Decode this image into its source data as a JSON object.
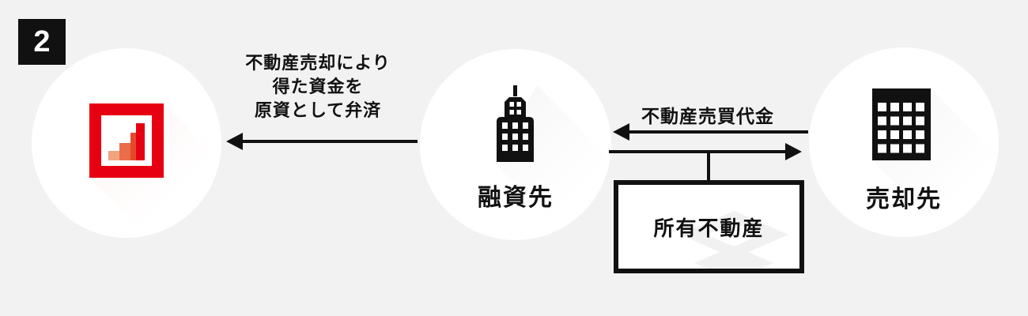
{
  "badge": {
    "number": "2"
  },
  "nodes": {
    "lender": {
      "icon": "bar-chart-logo-icon"
    },
    "borrower": {
      "label": "融資先",
      "icon": "office-tower-icon"
    },
    "buyer": {
      "label": "売却先",
      "icon": "office-building-icon"
    }
  },
  "flows": {
    "repayment": {
      "lines": [
        "不動産売却により",
        "得た資金を",
        "原資として弁済"
      ],
      "from": "borrower",
      "to": "lender",
      "direction": "left"
    },
    "payment": {
      "label": "不動産売買代金",
      "from": "buyer",
      "to": "borrower",
      "direction": "left"
    },
    "property_transfer": {
      "from": "borrower",
      "to": "buyer",
      "direction": "right"
    }
  },
  "property_box": {
    "label": "所有不動産"
  },
  "colors": {
    "background": "#f2f2f2",
    "ink": "#111111",
    "accent_red": "#e60012",
    "logo_bars": [
      "#f2a37f",
      "#ec6d4a",
      "#e5492b",
      "#e60012"
    ]
  }
}
